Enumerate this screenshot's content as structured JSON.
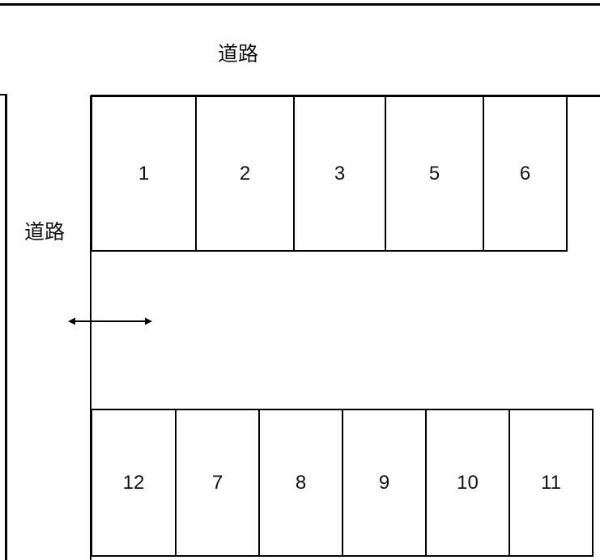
{
  "diagram": {
    "type": "parking-lot-layout",
    "colors": {
      "line": "#000000",
      "background": "#ffffff",
      "text": "#111111"
    },
    "labels": {
      "top_road": "道路",
      "left_road": "道路"
    },
    "top_row": {
      "stalls": [
        {
          "number": "1"
        },
        {
          "number": "2"
        },
        {
          "number": "3"
        },
        {
          "number": "5"
        },
        {
          "number": "6"
        }
      ]
    },
    "bottom_row": {
      "stalls": [
        {
          "number": "12"
        },
        {
          "number": "7"
        },
        {
          "number": "8"
        },
        {
          "number": "9"
        },
        {
          "number": "10"
        },
        {
          "number": "11"
        }
      ]
    },
    "entrance_arrow": {
      "icon": "double-headed-arrow-icon",
      "direction": "horizontal"
    }
  }
}
